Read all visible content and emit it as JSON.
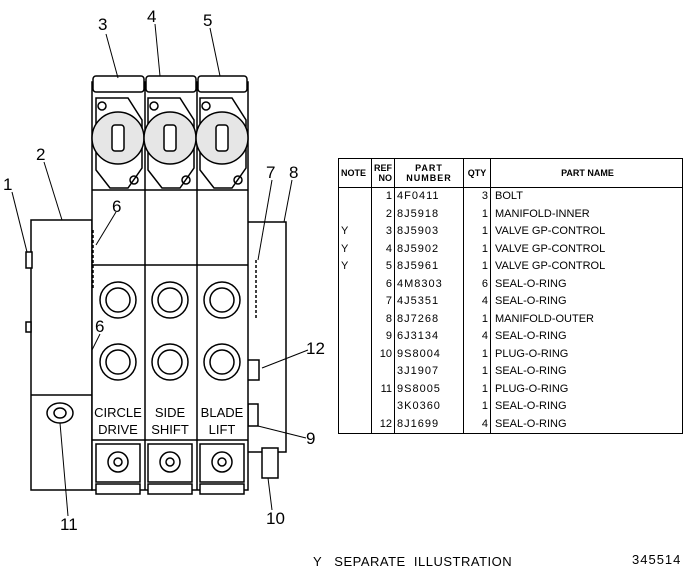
{
  "callouts": [
    "1",
    "2",
    "3",
    "4",
    "5",
    "6",
    "6",
    "7",
    "8",
    "9",
    "10",
    "11",
    "12"
  ],
  "block_labels": {
    "circle": [
      "CIRCLE",
      "DRIVE"
    ],
    "side": [
      "SIDE",
      "SHIFT"
    ],
    "blade": [
      "BLADE",
      "LIFT"
    ]
  },
  "table": {
    "headers": {
      "note": "NOTE",
      "ref_no": [
        "REF",
        "NO"
      ],
      "part_number": [
        "PART",
        "NUMBER"
      ],
      "qty": "QTY",
      "part_name": "PART NAME"
    },
    "rows": [
      {
        "note": "",
        "ref": "1",
        "part_number": "4F0411",
        "qty": "3",
        "name": "BOLT"
      },
      {
        "note": "",
        "ref": "2",
        "part_number": "8J5918",
        "qty": "1",
        "name": "MANIFOLD-INNER"
      },
      {
        "note": "Y",
        "ref": "3",
        "part_number": "8J5903",
        "qty": "1",
        "name": "VALVE GP-CONTROL"
      },
      {
        "note": "Y",
        "ref": "4",
        "part_number": "8J5902",
        "qty": "1",
        "name": "VALVE GP-CONTROL"
      },
      {
        "note": "Y",
        "ref": "5",
        "part_number": "8J5961",
        "qty": "1",
        "name": "VALVE GP-CONTROL"
      },
      {
        "note": "",
        "ref": "6",
        "part_number": "4M8303",
        "qty": "6",
        "name": "SEAL-O-RING"
      },
      {
        "note": "",
        "ref": "7",
        "part_number": "4J5351",
        "qty": "4",
        "name": "SEAL-O-RING"
      },
      {
        "note": "",
        "ref": "8",
        "part_number": "8J7268",
        "qty": "1",
        "name": "MANIFOLD-OUTER"
      },
      {
        "note": "",
        "ref": "9",
        "part_number": "6J3134",
        "qty": "4",
        "name": "SEAL-O-RING"
      },
      {
        "note": "",
        "ref": "10",
        "part_number": "9S8004",
        "qty": "1",
        "name": "PLUG-O-RING"
      },
      {
        "note": "",
        "ref": "",
        "part_number": "3J1907",
        "qty": "1",
        "name": "SEAL-O-RING"
      },
      {
        "note": "",
        "ref": "11",
        "part_number": "9S8005",
        "qty": "1",
        "name": "PLUG-O-RING"
      },
      {
        "note": "",
        "ref": "",
        "part_number": "3K0360",
        "qty": "1",
        "name": "SEAL-O-RING"
      },
      {
        "note": "",
        "ref": "12",
        "part_number": "8J1699",
        "qty": "4",
        "name": "SEAL-O-RING"
      }
    ]
  },
  "footnote": "Y   SEPARATE  ILLUSTRATION",
  "illustration_number": "345514"
}
